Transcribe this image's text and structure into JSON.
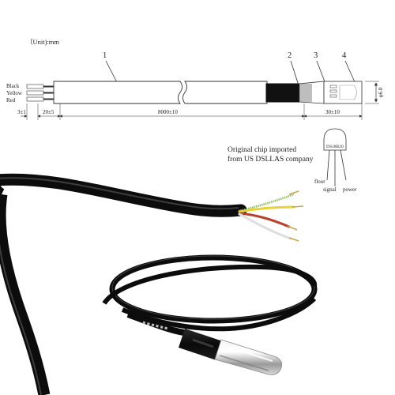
{
  "diagram": {
    "unit_label": "（Unit):mm",
    "callouts": [
      "1",
      "2",
      "3",
      "4"
    ],
    "wires": [
      "Black",
      "Yellow",
      "Red"
    ],
    "dimensions": {
      "strip": "3±1",
      "bare_wire": "20±5",
      "cable_length": "8000±10",
      "probe_length": "30±10",
      "diameter": "φ6.0"
    },
    "note_line1": "Original chip imported",
    "note_line2": "from US DSLLAS company",
    "chip_label": "DS18B20",
    "pin_labels": [
      "floor",
      "signal",
      "power"
    ]
  },
  "colors": {
    "cable": "#141414",
    "cable_highlight": "#6a6a6a",
    "wire_green": "#7fbf3f",
    "wire_yellow": "#e8d33a",
    "wire_red": "#c0392b",
    "wire_white": "#dddddd",
    "probe_tube": "#c9c9c9",
    "heatshrink": "#111111"
  }
}
